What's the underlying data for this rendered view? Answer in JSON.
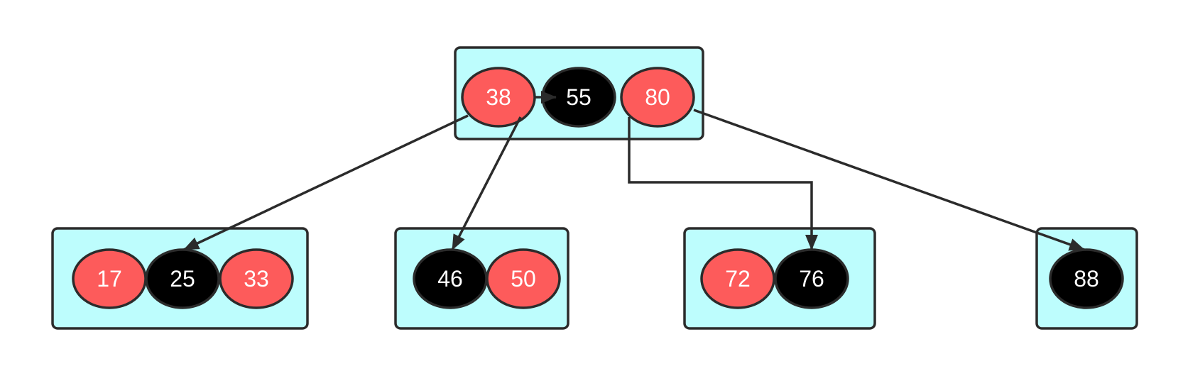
{
  "colors": {
    "red_key": "#fd5b5b",
    "black_key": "#000000",
    "node_fill": "#bdfdfd",
    "stroke": "#2b2b2b",
    "key_text": "#ffffff"
  },
  "nodes": [
    {
      "id": "root",
      "keys": [
        {
          "label": "38",
          "color": "red"
        },
        {
          "label": "55",
          "color": "black"
        },
        {
          "label": "80",
          "color": "red"
        }
      ]
    },
    {
      "id": "child-1",
      "keys": [
        {
          "label": "17",
          "color": "red"
        },
        {
          "label": "25",
          "color": "black"
        },
        {
          "label": "33",
          "color": "red"
        }
      ]
    },
    {
      "id": "child-2",
      "keys": [
        {
          "label": "46",
          "color": "black"
        },
        {
          "label": "50",
          "color": "red"
        }
      ]
    },
    {
      "id": "child-3",
      "keys": [
        {
          "label": "72",
          "color": "red"
        },
        {
          "label": "76",
          "color": "black"
        }
      ]
    },
    {
      "id": "child-4",
      "keys": [
        {
          "label": "88",
          "color": "black"
        }
      ]
    }
  ],
  "edges": [
    {
      "from": "38",
      "to": "55"
    },
    {
      "from": "38",
      "to": "25"
    },
    {
      "from": "38",
      "to": "46"
    },
    {
      "from": "80",
      "to": "76"
    },
    {
      "from": "80",
      "to": "88"
    }
  ]
}
